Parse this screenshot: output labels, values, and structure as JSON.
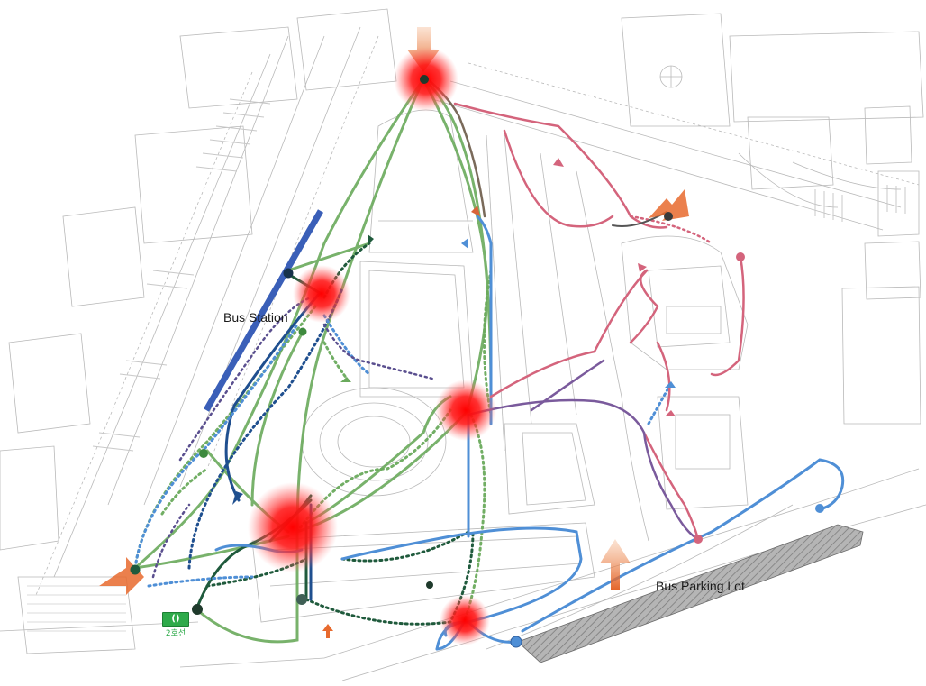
{
  "labels": {
    "bus_station": "Bus Station",
    "bus_parking_lot": "Bus Parking Lot"
  },
  "subway": {
    "badge": "()",
    "line": "2호선"
  },
  "colors": {
    "pedestrian_green": "#6aaa5c",
    "dark_green": "#1f5a3c",
    "blue": "#4f8fd6",
    "dark_blue": "#1f4f8f",
    "pink": "#d4647c",
    "purple": "#7a5a9c",
    "hotspot": "#ff1a1a",
    "entry_arrow": "#e86a2e",
    "bus_station_bar": "#3a5fb8",
    "parking_hatch": "#9a9a9a"
  },
  "icons": [
    "hotspot-marker",
    "entry-arrow-icon",
    "subway-icon"
  ]
}
